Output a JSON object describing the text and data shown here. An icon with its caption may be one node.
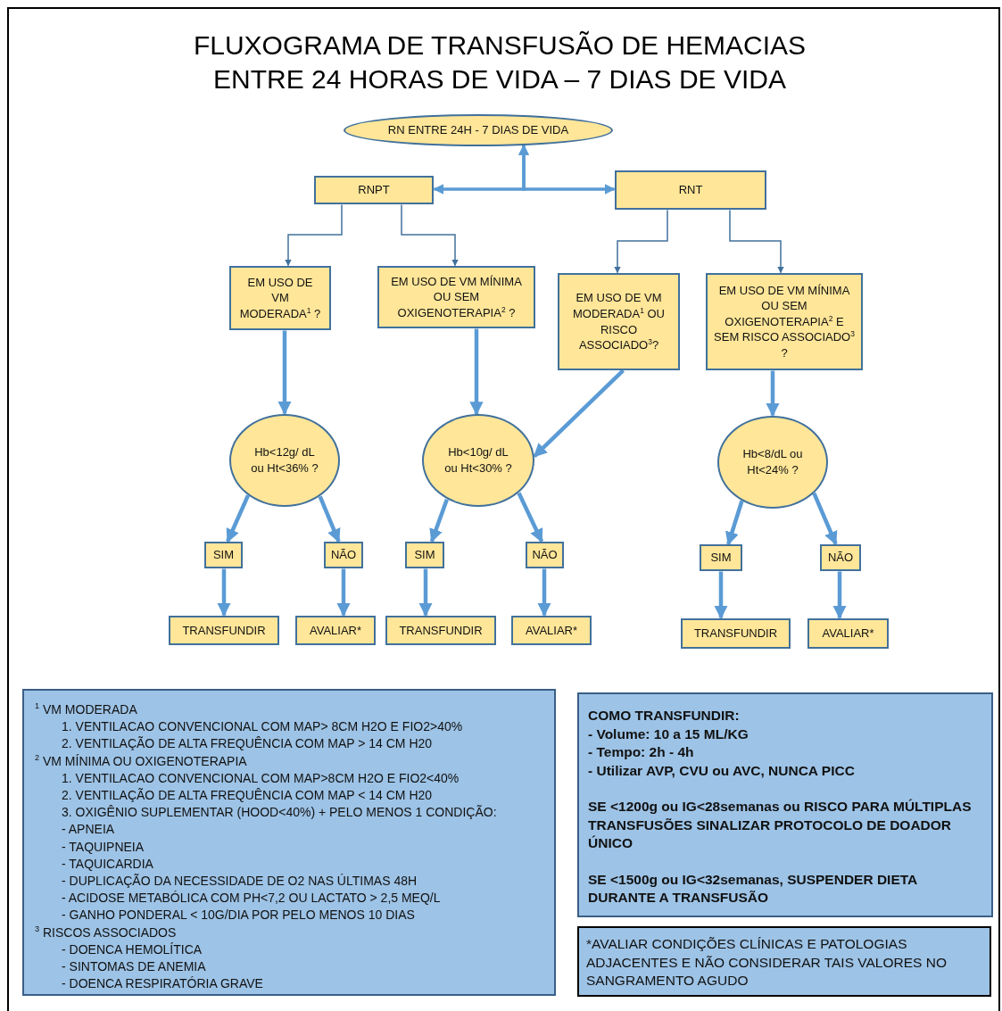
{
  "diagram": {
    "title": "FLUXOGRAMA DE TRANSFUSÃO DE HEMACIAS ENTRE 24 HORAS DE VIDA – 7 DIAS DE VIDA",
    "nodes": [
      {
        "text": [
          "RN  ENTRE 24H -  7 DIAS DE VIDA"
        ]
      },
      {
        "text": [
          "RNPT"
        ]
      },
      {
        "text": [
          "RNT"
        ]
      },
      {
        "text": [
          "EM USO DE VM MODERADA$^{1}$ ?"
        ]
      },
      {
        "text": [
          "EM USO DE VM MÍNIMA OU  SEM OXIGENOTERAPIA$^{2}$ ?"
        ]
      },
      {
        "text": [
          "EM USO DE VM MODERADA$^{1}$ OU RISCO ASSOCIADO$^{3}$?"
        ]
      },
      {
        "text": [
          "EM USO DE VM MÍNIMA OU  SEM OXIGENOTERAPIA$^{2}$ E SEM RISCO ASSOCIADO$^{3}$ ?"
        ]
      },
      {
        "text": [
          "Hb<12g/ dL ou Ht<36% ?"
        ]
      },
      {
        "text": [
          "Hb<10g/ dL ou Ht<30% ?"
        ]
      },
      {
        "text": [
          "Hb<8/dL ou Ht<24% ?"
        ]
      },
      {
        "text": [
          "SIM"
        ]
      },
      {
        "text": [
          "NÃO"
        ]
      },
      {
        "text": [
          "SIM"
        ]
      },
      {
        "text": [
          "NÃO"
        ]
      },
      {
        "text": [
          "SIM"
        ]
      },
      {
        "text": [
          "NÃO"
        ]
      },
      {
        "text": [
          "TRANSFUNDIR"
        ]
      },
      {
        "text": [
          "AVALIAR*"
        ]
      },
      {
        "text": [
          "TRANSFUNDIR"
        ]
      },
      {
        "text": [
          "AVALIAR*"
        ]
      },
      {
        "text": [
          "TRANSFUNDIR"
        ]
      },
      {
        "text": [
          "AVALIAR*"
        ]
      },
      {
        "text": [
          "$^{1}$ VM MODERADA",
          "1. VENTILACAO CONVENCIONAL COM MAP> 8CM H2O E FIO2>40%",
          "2. VENTILAÇÃO DE ALTA FREQUÊNCIA COM MAP > 14 CM H20",
          "$^{2}$ VM MÍNIMA OU OXIGENOTERAPIA",
          "1. VENTILACAO CONVENCIONAL COM MAP>8CM H2O E FIO2<40%",
          "2. VENTILAÇÃO DE ALTA FREQUÊNCIA COM MAP < 14 CM H20",
          "3. OXIGÊNIO SUPLEMENTAR (HOOD<40%) + PELO MENOS 1 CONDIÇÃO:",
          "- APNEIA",
          "- TAQUIPNEIA",
          "- TAQUICARDIA",
          "- DUPLICAÇÃO DA NECESSIDADE DE O2 NAS ÚLTIMAS 48H",
          "- ACIDOSE METABÓLICA COM PH<7,2 OU LACTATO >  2,5 MEQ/L",
          "- GANHO PONDERAL < 10G/DIA POR PELO MENOS 10 DIAS",
          "$^{3}$ RISCOS ASSOCIADOS",
          "- DOENCA HEMOLÍTICA",
          "- SINTOMAS DE ANEMIA",
          "- DOENCA RESPIRATÓRIA GRAVE"
        ]
      },
      {
        "text": [
          "COMO TRANSFUNDIR:",
          "- Volume: 10 a 15 ML/KG",
          "- Tempo: 2h - 4h",
          "- Utilizar AVP, CVU ou AVC, NUNCA PICC",
          "SE <1200g ou IG<28semanas ou RISCO PARA MÚLTIPLAS TRANSFUSÕES SINALIZAR PROTOCOLO DE DOADOR ÚNICO",
          "SE <1500g ou IG<32semanas, SUSPENDER DIETA DURANTE A TRANSFUSÃO"
        ]
      },
      {
        "text": [
          "*AVALIAR  CONDIÇÕES CLÍNICAS E PATOLOGIAS ADJACENTES E NÃO CONSIDERAR TAIS VALORES NO SANGRAMENTO AGUDO"
        ]
      }
    ],
    "edges": [
      {
        "from": 0,
        "to": 1,
        "arrow": "both"
      },
      {
        "from": 0,
        "to": 2,
        "arrow": "both"
      },
      {
        "from": 1,
        "to": 3,
        "arrow": "to",
        "color": "#41719c"
      },
      {
        "from": 1,
        "to": 4,
        "arrow": "to",
        "color": "#41719c"
      },
      {
        "from": 2,
        "to": 5,
        "arrow": "to",
        "color": "#41719c"
      },
      {
        "from": 2,
        "to": 6,
        "arrow": "to",
        "color": "#41719c"
      },
      {
        "from": 3,
        "to": 7,
        "arrow": "to"
      },
      {
        "from": 4,
        "to": 8,
        "arrow": "to"
      },
      {
        "from": 5,
        "to": 8,
        "arrow": "to"
      },
      {
        "from": 6,
        "to": 9,
        "arrow": "to"
      },
      {
        "from": 7,
        "to": 10,
        "arrow": "to"
      },
      {
        "from": 7,
        "to": 11,
        "arrow": "to"
      },
      {
        "from": 8,
        "to": 12,
        "arrow": "to"
      },
      {
        "from": 8,
        "to": 13,
        "arrow": "to"
      },
      {
        "from": 9,
        "to": 14,
        "arrow": "to"
      },
      {
        "from": 9,
        "to": 15,
        "arrow": "to"
      },
      {
        "from": 10,
        "to": 16,
        "arrow": "to"
      },
      {
        "from": 11,
        "to": 17,
        "arrow": "to"
      },
      {
        "from": 12,
        "to": 18,
        "arrow": "to"
      },
      {
        "from": 13,
        "to": 19,
        "arrow": "to"
      },
      {
        "from": 14,
        "to": 20,
        "arrow": "to"
      },
      {
        "from": 15,
        "to": 21,
        "arrow": "to"
      }
    ]
  }
}
